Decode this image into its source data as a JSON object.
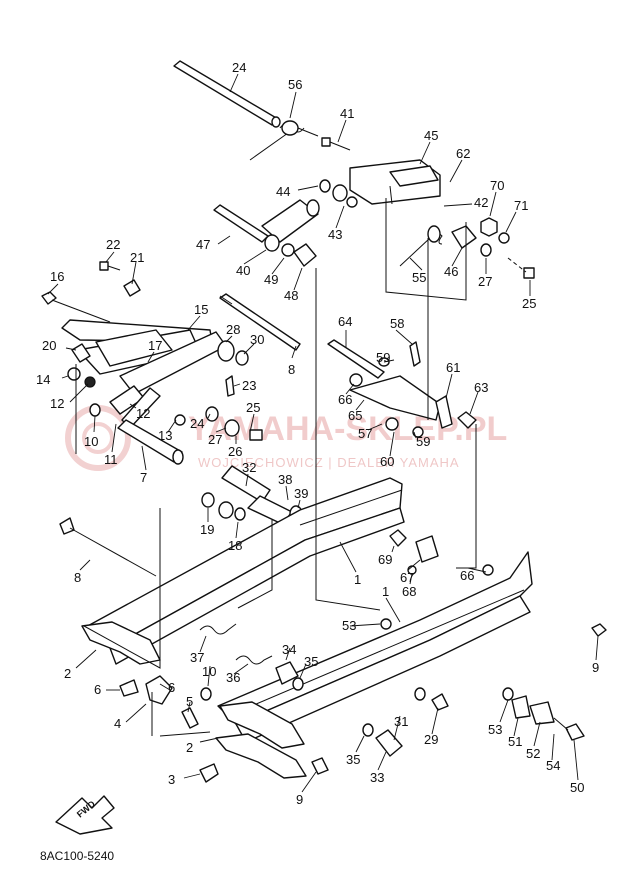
{
  "diagram": {
    "reference_code": "8AC100-5240",
    "fwd_label": "FWD",
    "watermark": {
      "title": "YAMAHA-SKLEP.PL",
      "subtitle": "WOJCIECHOWICZ | DEALER YAMAHA"
    },
    "callouts": [
      {
        "id": "c24a",
        "text": "24"
      },
      {
        "id": "c56",
        "text": "56"
      },
      {
        "id": "c41",
        "text": "41"
      },
      {
        "id": "c45",
        "text": "45"
      },
      {
        "id": "c62",
        "text": "62"
      },
      {
        "id": "c44",
        "text": "44"
      },
      {
        "id": "c70",
        "text": "70"
      },
      {
        "id": "c42",
        "text": "42"
      },
      {
        "id": "c71",
        "text": "71"
      },
      {
        "id": "c47",
        "text": "47"
      },
      {
        "id": "c43",
        "text": "43"
      },
      {
        "id": "c40",
        "text": "40"
      },
      {
        "id": "c49",
        "text": "49"
      },
      {
        "id": "c55",
        "text": "55"
      },
      {
        "id": "c46",
        "text": "46"
      },
      {
        "id": "c27a",
        "text": "27"
      },
      {
        "id": "c48",
        "text": "48"
      },
      {
        "id": "c25a",
        "text": "25"
      },
      {
        "id": "c22",
        "text": "22"
      },
      {
        "id": "c21",
        "text": "21"
      },
      {
        "id": "c16",
        "text": "16"
      },
      {
        "id": "c15",
        "text": "15"
      },
      {
        "id": "c64",
        "text": "64"
      },
      {
        "id": "c58",
        "text": "58"
      },
      {
        "id": "c28",
        "text": "28"
      },
      {
        "id": "c20",
        "text": "20"
      },
      {
        "id": "c17",
        "text": "17"
      },
      {
        "id": "c30",
        "text": "30"
      },
      {
        "id": "c59a",
        "text": "59"
      },
      {
        "id": "c8a",
        "text": "8"
      },
      {
        "id": "c14",
        "text": "14"
      },
      {
        "id": "c23",
        "text": "23"
      },
      {
        "id": "c61",
        "text": "61"
      },
      {
        "id": "c66a",
        "text": "66"
      },
      {
        "id": "c12a",
        "text": "12"
      },
      {
        "id": "c65",
        "text": "65"
      },
      {
        "id": "c63",
        "text": "63"
      },
      {
        "id": "c12b",
        "text": "12"
      },
      {
        "id": "c25b",
        "text": "25"
      },
      {
        "id": "c24b",
        "text": "24"
      },
      {
        "id": "c57",
        "text": "57"
      },
      {
        "id": "c59b",
        "text": "59"
      },
      {
        "id": "c10a",
        "text": "10"
      },
      {
        "id": "c13",
        "text": "13"
      },
      {
        "id": "c27b",
        "text": "27"
      },
      {
        "id": "c26",
        "text": "26"
      },
      {
        "id": "c60",
        "text": "60"
      },
      {
        "id": "c11",
        "text": "11"
      },
      {
        "id": "c7",
        "text": "7"
      },
      {
        "id": "c32",
        "text": "32"
      },
      {
        "id": "c38",
        "text": "38"
      },
      {
        "id": "c39",
        "text": "39"
      },
      {
        "id": "c19",
        "text": "19"
      },
      {
        "id": "c18",
        "text": "18"
      },
      {
        "id": "c1a",
        "text": "1"
      },
      {
        "id": "c69",
        "text": "69"
      },
      {
        "id": "c8b",
        "text": "8"
      },
      {
        "id": "c67",
        "text": "67"
      },
      {
        "id": "c68",
        "text": "68"
      },
      {
        "id": "c66b",
        "text": "66"
      },
      {
        "id": "c1b",
        "text": "1"
      },
      {
        "id": "c53a",
        "text": "53"
      },
      {
        "id": "c2a",
        "text": "2"
      },
      {
        "id": "c37",
        "text": "37"
      },
      {
        "id": "c34",
        "text": "34"
      },
      {
        "id": "c9a",
        "text": "9"
      },
      {
        "id": "c10b",
        "text": "10"
      },
      {
        "id": "c36",
        "text": "36"
      },
      {
        "id": "c35a",
        "text": "35"
      },
      {
        "id": "c6a",
        "text": "6"
      },
      {
        "id": "c6b",
        "text": "6"
      },
      {
        "id": "c4",
        "text": "4"
      },
      {
        "id": "c5",
        "text": "5"
      },
      {
        "id": "c31",
        "text": "31"
      },
      {
        "id": "c53b",
        "text": "53"
      },
      {
        "id": "c29",
        "text": "29"
      },
      {
        "id": "c51",
        "text": "51"
      },
      {
        "id": "c52",
        "text": "52"
      },
      {
        "id": "c54",
        "text": "54"
      },
      {
        "id": "c2b",
        "text": "2"
      },
      {
        "id": "c35b",
        "text": "35"
      },
      {
        "id": "c33",
        "text": "33"
      },
      {
        "id": "c50",
        "text": "50"
      },
      {
        "id": "c3",
        "text": "3"
      },
      {
        "id": "c9b",
        "text": "9"
      }
    ]
  }
}
